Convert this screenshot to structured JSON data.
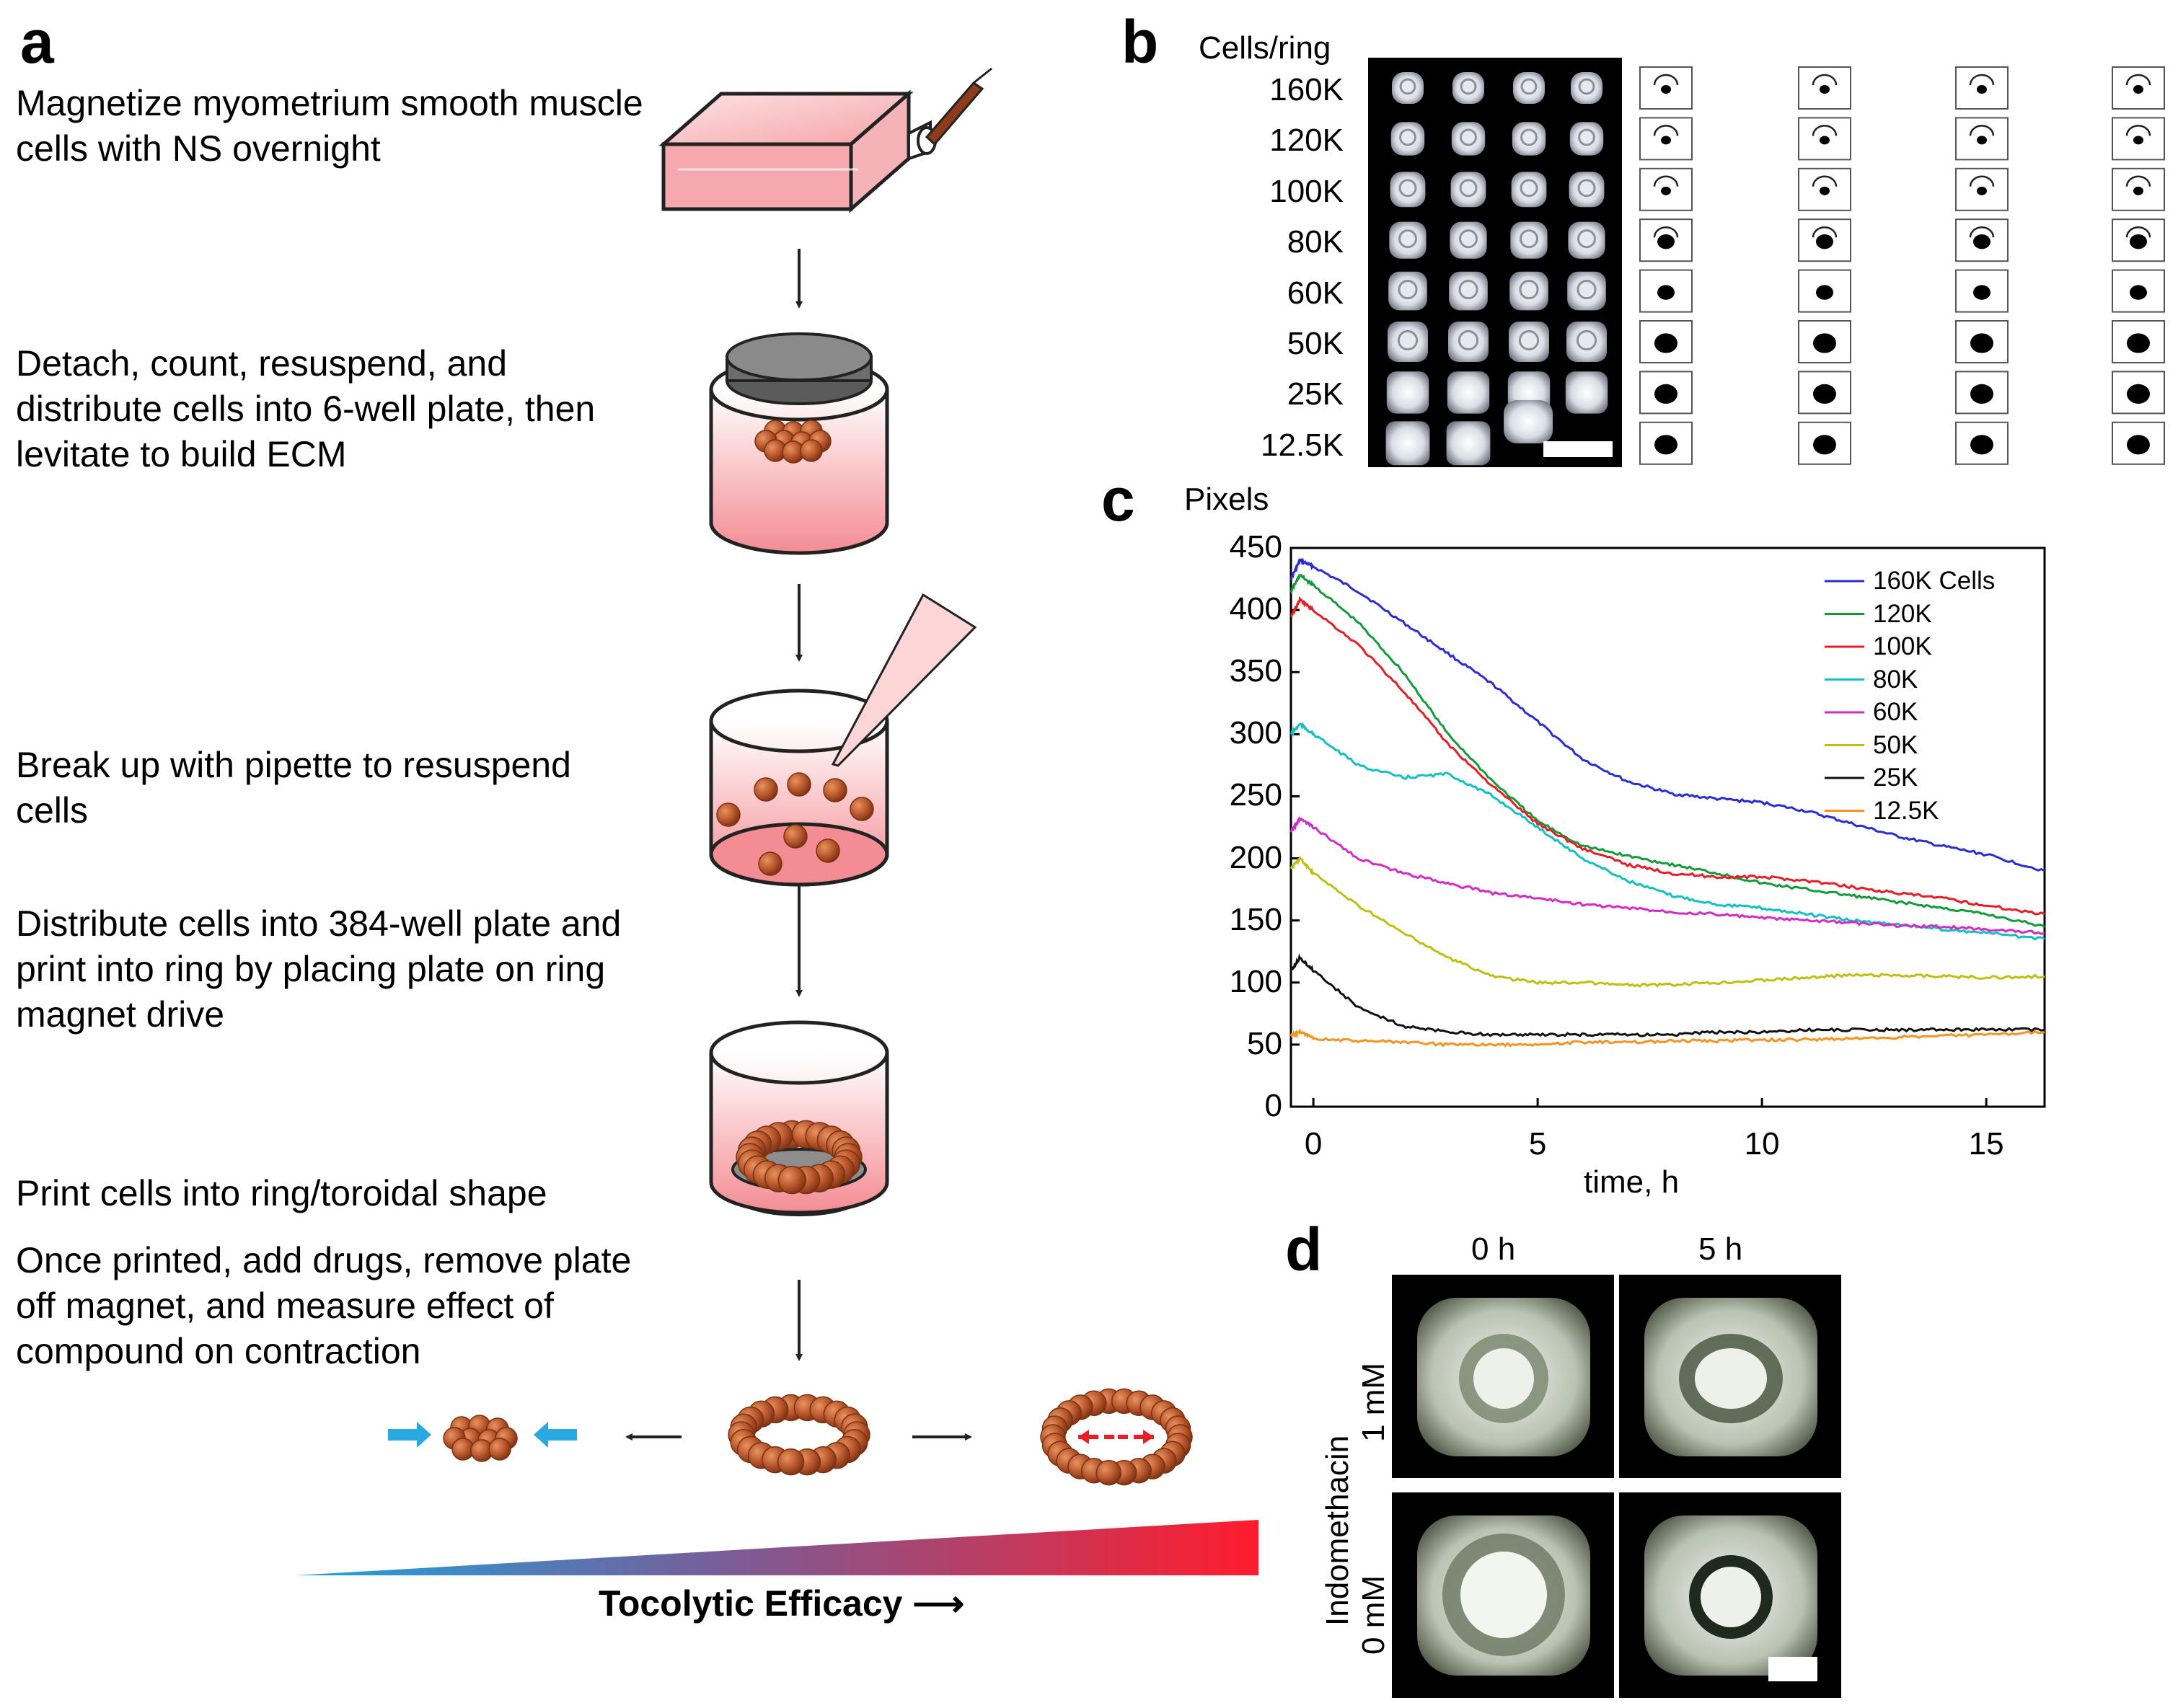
{
  "panels": {
    "a": {
      "letter": "a",
      "steps": [
        "Magnetize myometrium smooth muscle cells with NS overnight",
        "Detach, count, resuspend, and distribute cells into 6-well plate, then levitate to build ECM",
        "Break up with pipette to resuspend cells",
        "Distribute cells into 384-well plate and print into ring by placing plate on ring magnet drive",
        "Print cells into ring/toroidal shape",
        "Once printed, add drugs, remove plate off magnet, and measure effect of compound on contraction"
      ],
      "efficacy_label": "Tocolytic Efficacy",
      "efficacy_arrow": "⟶",
      "colors": {
        "medium": "#f5a3a8",
        "cell": "#b5532a",
        "contract_arrow": "#29a9e1",
        "expand_arrow": "#ee1c25"
      }
    },
    "b": {
      "letter": "b",
      "header": "Cells/ring",
      "rows": [
        "160K",
        "120K",
        "100K",
        "80K",
        "60K",
        "50K",
        "25K",
        "12.5K"
      ]
    },
    "c": {
      "letter": "c",
      "ylabel": "Pixels",
      "xlabel": "time, h"
    },
    "d": {
      "letter": "d",
      "col_labels": [
        "0 h",
        "5 h"
      ],
      "drug": "Indomethacin",
      "row_labels": [
        "1 mM",
        "0 mM"
      ]
    }
  },
  "chart_data": {
    "type": "line",
    "title": "",
    "xlabel": "time, h",
    "ylabel": "Pixels",
    "xlim": [
      -0.5,
      16.3
    ],
    "ylim": [
      0,
      450
    ],
    "xticks": [
      0,
      5,
      10,
      15
    ],
    "yticks": [
      0,
      50,
      100,
      150,
      200,
      250,
      300,
      350,
      400,
      450
    ],
    "legend_position": "top-right",
    "series": [
      {
        "name": "160K Cells",
        "color": "#2b2bd6",
        "x": [
          -0.5,
          -0.3,
          0,
          1,
          2,
          3,
          4,
          5,
          6,
          7,
          8,
          9,
          10,
          11,
          12,
          13,
          14,
          15,
          16.3
        ],
        "y": [
          425,
          440,
          435,
          415,
          390,
          365,
          340,
          310,
          280,
          262,
          252,
          248,
          245,
          238,
          228,
          218,
          210,
          203,
          190
        ]
      },
      {
        "name": "120K",
        "color": "#139a39",
        "x": [
          -0.5,
          -0.3,
          0,
          1,
          2,
          3,
          4,
          5,
          6,
          7,
          8,
          9,
          10,
          11,
          12,
          13,
          14,
          15,
          16.3
        ],
        "y": [
          415,
          428,
          420,
          390,
          350,
          300,
          262,
          230,
          210,
          202,
          195,
          188,
          180,
          175,
          170,
          165,
          160,
          155,
          145
        ]
      },
      {
        "name": "100K",
        "color": "#e81c24",
        "x": [
          -0.5,
          -0.3,
          0,
          1,
          2,
          3,
          4,
          5,
          6,
          7,
          8,
          9,
          10,
          11,
          12,
          13,
          14,
          15,
          16.3
        ],
        "y": [
          395,
          408,
          400,
          372,
          335,
          292,
          258,
          228,
          208,
          195,
          188,
          185,
          185,
          182,
          177,
          172,
          168,
          162,
          155
        ]
      },
      {
        "name": "80K",
        "color": "#12c0c0",
        "x": [
          -0.5,
          -0.3,
          0,
          1,
          2,
          3,
          4,
          5,
          6,
          7,
          8,
          9,
          10,
          11,
          12,
          13,
          14,
          15,
          16.3
        ],
        "y": [
          300,
          308,
          300,
          275,
          265,
          268,
          250,
          225,
          200,
          182,
          170,
          163,
          160,
          155,
          150,
          147,
          143,
          140,
          135
        ]
      },
      {
        "name": "60K",
        "color": "#d42ac8",
        "x": [
          -0.5,
          -0.3,
          0,
          1,
          2,
          3,
          4,
          5,
          6,
          7,
          8,
          9,
          10,
          11,
          12,
          13,
          14,
          15,
          16.3
        ],
        "y": [
          222,
          232,
          225,
          200,
          188,
          180,
          172,
          168,
          163,
          160,
          157,
          155,
          152,
          150,
          148,
          146,
          145,
          143,
          140
        ]
      },
      {
        "name": "50K",
        "color": "#bfbf10",
        "x": [
          -0.5,
          -0.3,
          0,
          1,
          2,
          3,
          4,
          5,
          6,
          7,
          8,
          9,
          10,
          11,
          12,
          13,
          14,
          15,
          16.3
        ],
        "y": [
          192,
          200,
          188,
          162,
          140,
          120,
          105,
          100,
          100,
          98,
          98,
          100,
          102,
          104,
          106,
          106,
          105,
          104,
          105
        ]
      },
      {
        "name": "25K",
        "color": "#111111",
        "x": [
          -0.5,
          -0.3,
          0,
          1,
          2,
          3,
          4,
          5,
          6,
          7,
          8,
          9,
          10,
          11,
          12,
          13,
          14,
          15,
          16.3
        ],
        "y": [
          110,
          120,
          110,
          80,
          65,
          60,
          58,
          58,
          58,
          58,
          58,
          60,
          60,
          62,
          62,
          62,
          62,
          62,
          62
        ]
      },
      {
        "name": "12.5K",
        "color": "#f7931e",
        "x": [
          -0.5,
          -0.3,
          0,
          1,
          2,
          3,
          4,
          5,
          6,
          7,
          8,
          9,
          10,
          11,
          12,
          13,
          14,
          15,
          16.3
        ],
        "y": [
          57,
          60,
          55,
          53,
          52,
          50,
          50,
          50,
          52,
          52,
          53,
          53,
          54,
          54,
          55,
          56,
          57,
          58,
          60
        ]
      }
    ]
  }
}
